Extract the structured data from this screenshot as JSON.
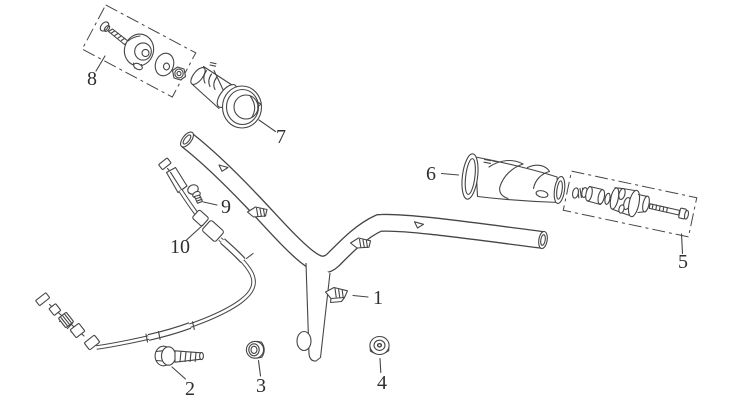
{
  "colors": {
    "background": "#ffffff",
    "line": "#454545",
    "label": "#2f2f2f"
  },
  "labels": {
    "l1": "1",
    "l2": "2",
    "l3": "3",
    "l4": "4",
    "l5": "5",
    "l6": "6",
    "l7": "7",
    "l8": "8",
    "l9": "9",
    "l10": "10"
  }
}
